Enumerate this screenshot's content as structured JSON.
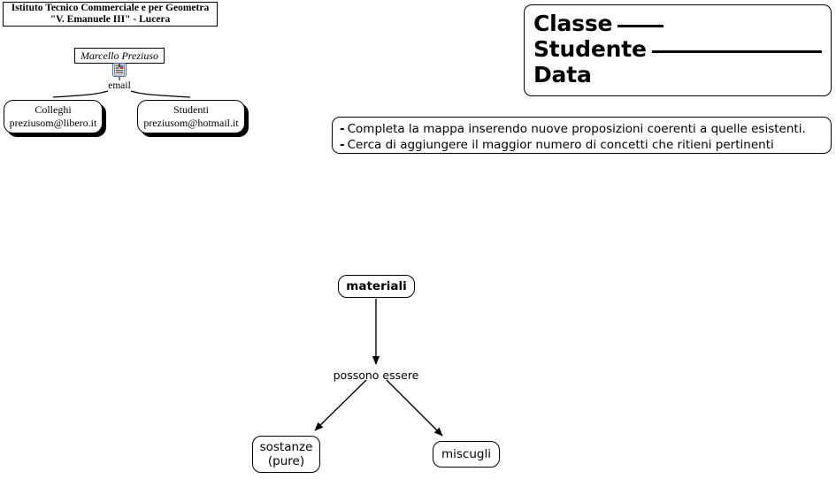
{
  "institute": {
    "line1": "Istituto Tecnico Commerciale e per Geometra",
    "line2": "\"V. Emanuele III\" - Lucera"
  },
  "author_map": {
    "author_name": "Marcello Preziuso",
    "icon": "document-icon",
    "link_label": "email",
    "nodes": [
      {
        "title": "Colleghi",
        "value": "preziusom@libero.it"
      },
      {
        "title": "Studenti",
        "value": "preziusom@hotmail.it"
      }
    ]
  },
  "header": {
    "class_label": "Classe",
    "student_label": "Studente",
    "date_label": "Data"
  },
  "instructions": {
    "bullet": "-",
    "items": [
      "Completa la mappa inserendo nuove proposizioni coerenti a quelle esistenti.",
      "Cerca di aggiungere il maggior numero di concetti che ritieni pertinenti"
    ]
  },
  "concept_map": {
    "root": "materiali",
    "relation": "possono essere",
    "children": [
      {
        "line1": "sostanze",
        "line2": "(pure)"
      },
      {
        "line1": "miscugli",
        "line2": ""
      }
    ]
  },
  "colors": {
    "stroke": "#000000",
    "background": "#ffffff",
    "icon_border": "#4a6fb5"
  }
}
